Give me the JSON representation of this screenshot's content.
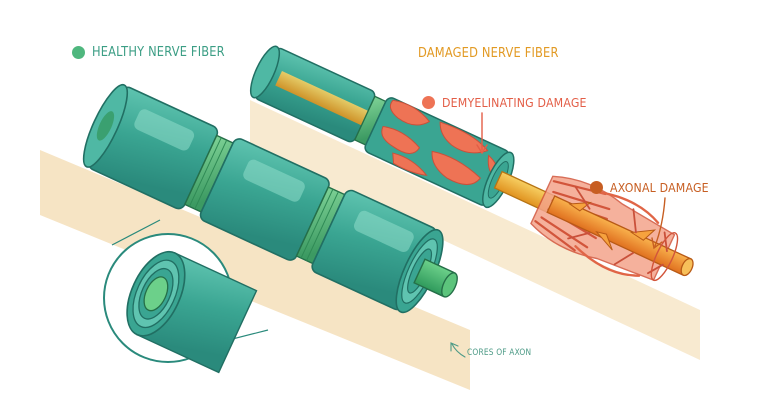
{
  "labels": {
    "healthy": "HEALTHY NERVE FIBER",
    "damaged": "DAMAGED NERVE FIBER",
    "demyelinating": "DEMYELINATING DAMAGE",
    "axonal": "AXONAL DAMAGE",
    "cores": "CORES OF AXON"
  },
  "colors": {
    "healthy_dot": "#4fb77e",
    "healthy_text": "#3c9e85",
    "damaged_text": "#e29a24",
    "demyelinating": "#ee7355",
    "axonal": "#c75e22",
    "myelin": "#3aa592",
    "axon_healthy": "#4fb870",
    "axon_damaged": "#f0b03a",
    "shadow": "#f6e4c4"
  }
}
